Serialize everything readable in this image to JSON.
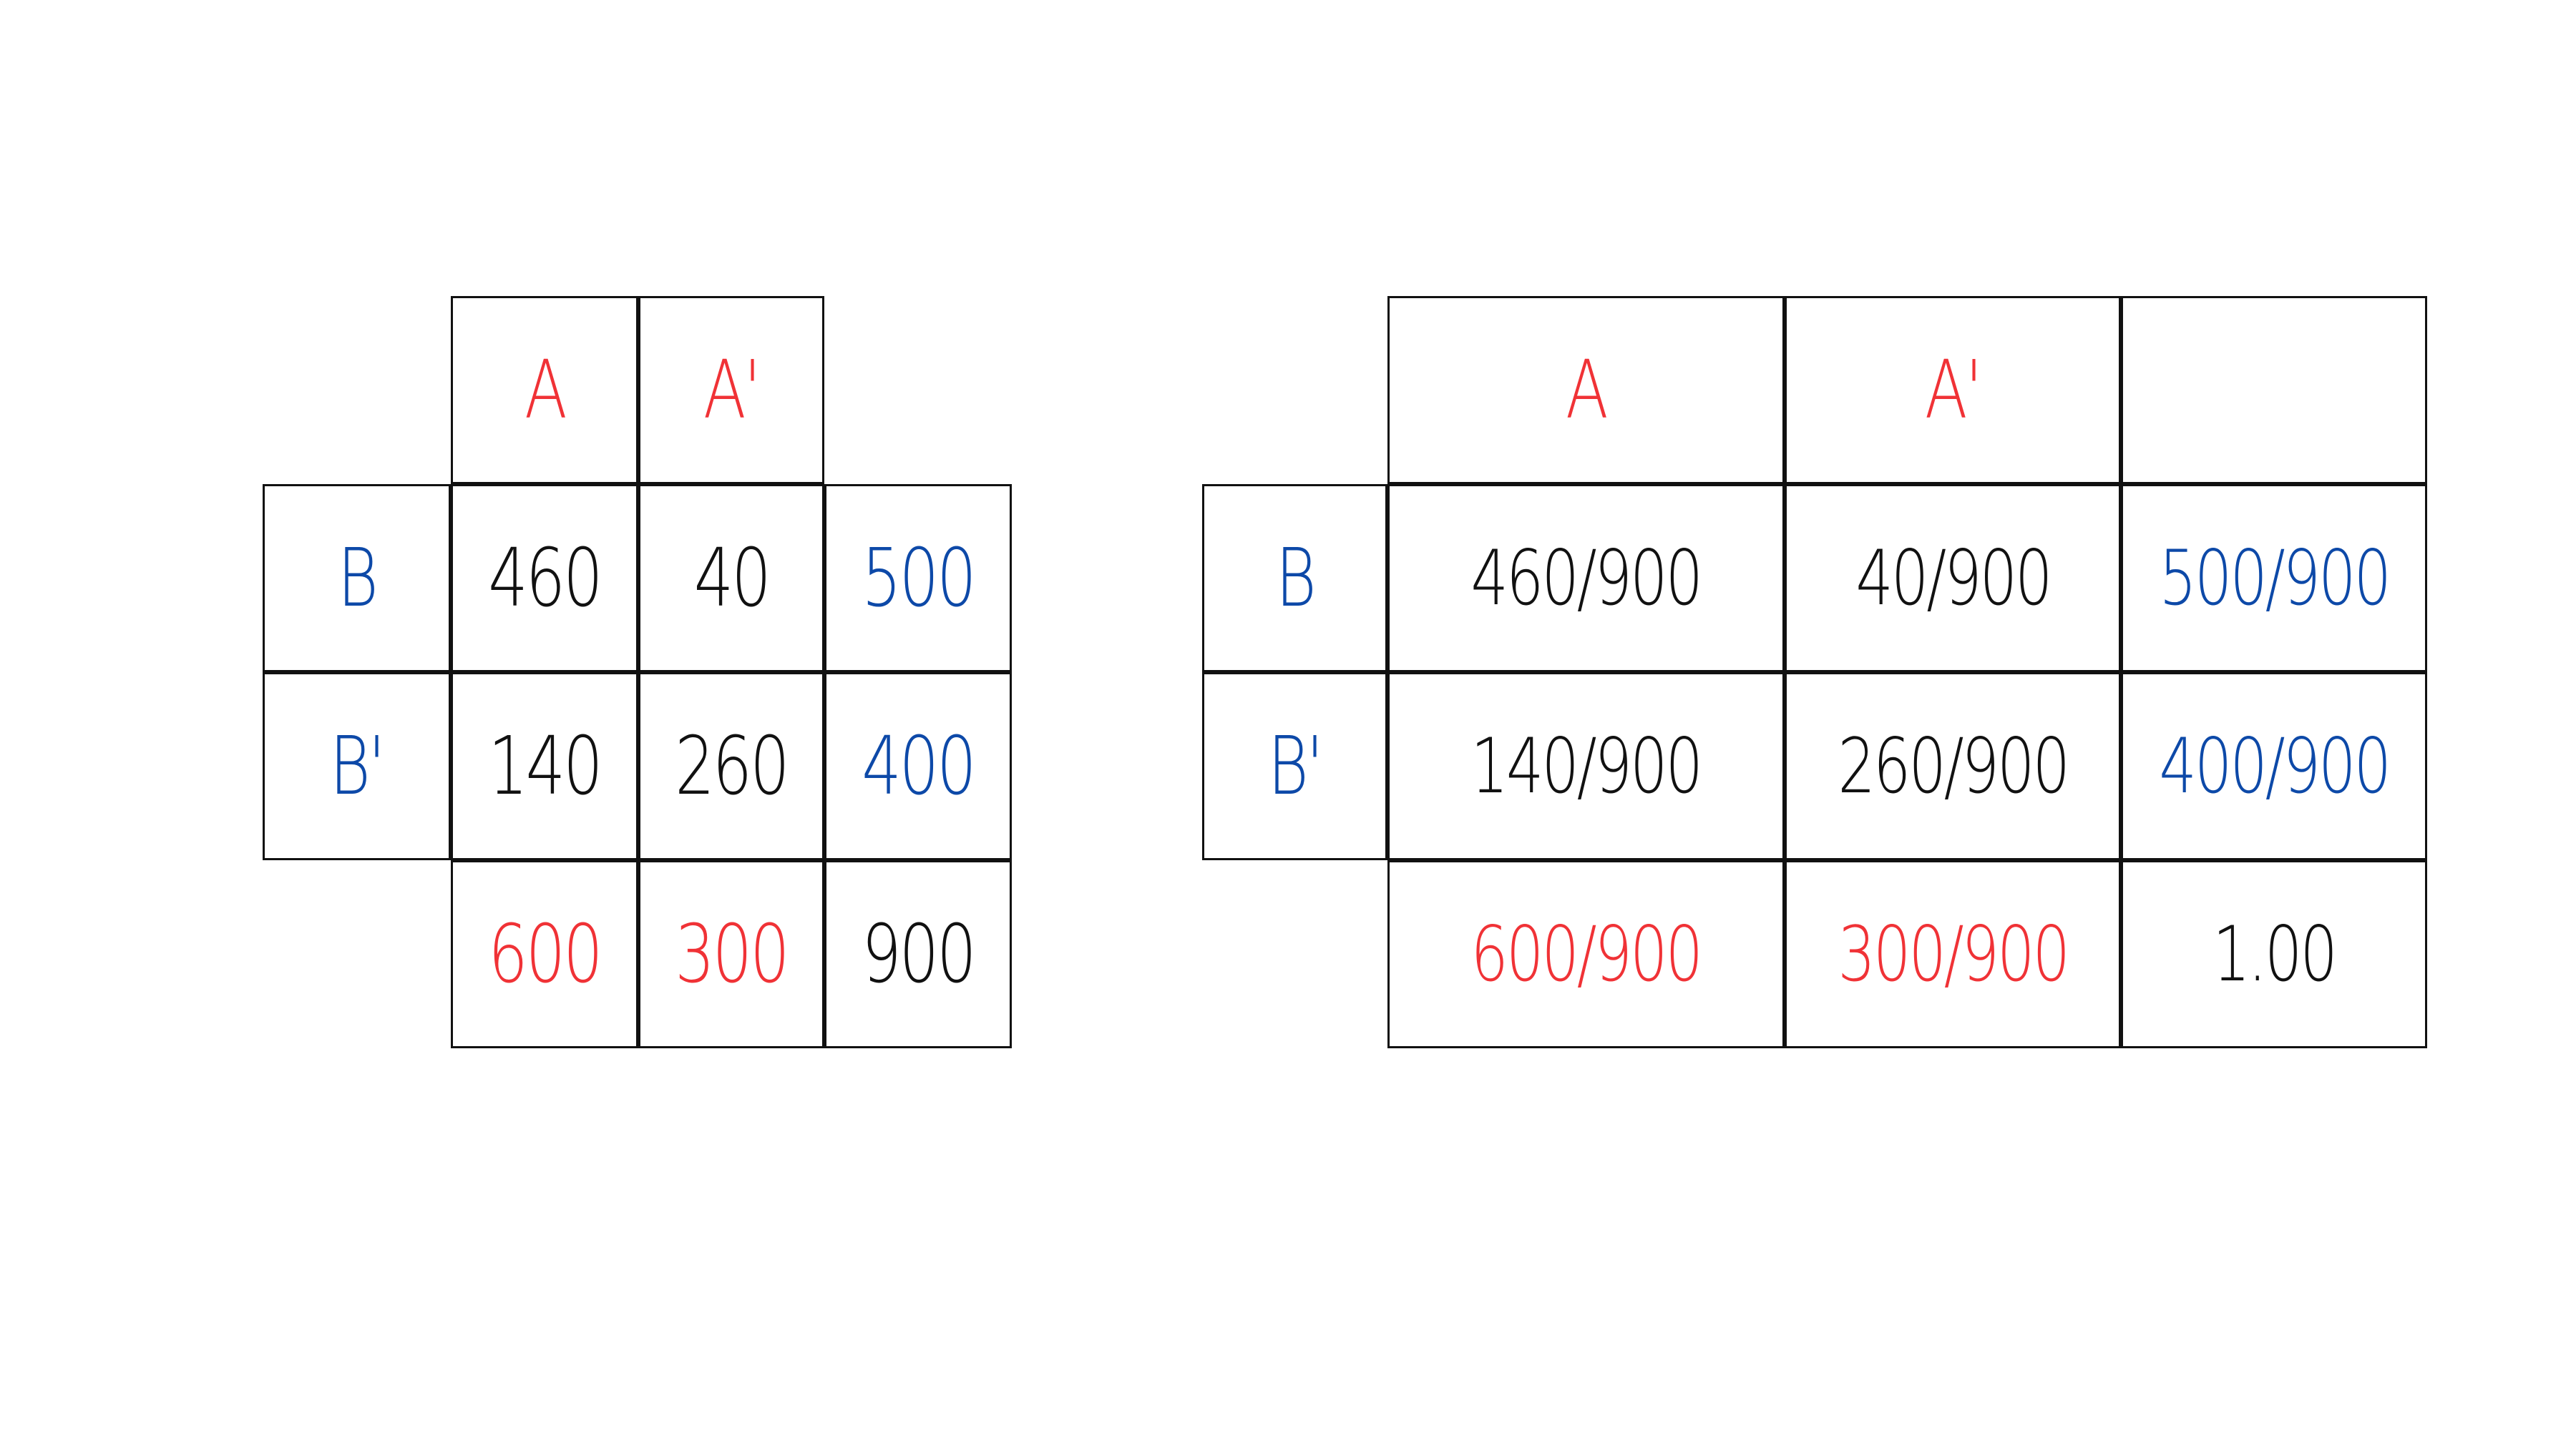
{
  "colors": {
    "black": "#111111",
    "red": "#f03236",
    "blue": "#0d49a8"
  },
  "counts_table": {
    "col_headers": [
      "A",
      "A'"
    ],
    "row_headers": [
      "B",
      "B'"
    ],
    "cells": [
      [
        "460",
        "40",
        "500"
      ],
      [
        "140",
        "260",
        "400"
      ]
    ],
    "col_totals": [
      "600",
      "300"
    ],
    "grand_total": "900"
  },
  "proportions_table": {
    "col_headers": [
      "A",
      "A'"
    ],
    "row_headers": [
      "B",
      "B'"
    ],
    "cells": [
      [
        "460/900",
        "40/900",
        "500/900"
      ],
      [
        "140/900",
        "260/900",
        "400/900"
      ]
    ],
    "col_totals": [
      "600/900",
      "300/900"
    ],
    "grand_total": "1.00"
  }
}
